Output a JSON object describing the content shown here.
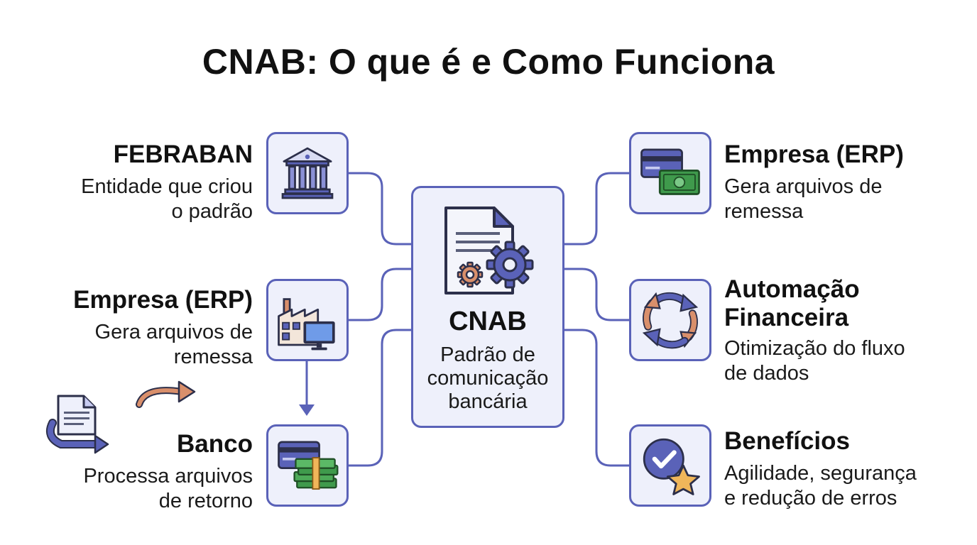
{
  "title": "CNAB: O que é e Como Funciona",
  "center": {
    "title": "CNAB",
    "description": [
      "Padrão de",
      "comunicação",
      "bancária"
    ]
  },
  "left": [
    {
      "title": "FEBRABAN",
      "description": [
        "Entidade que criou",
        "o padrão"
      ],
      "icon": "bank-building-icon"
    },
    {
      "title": "Empresa (ERP)",
      "description": [
        "Gera arquivos de",
        "remessa"
      ],
      "icon": "factory-computer-icon"
    },
    {
      "title": "Banco",
      "description": [
        "Processa arquivos",
        "de retorno"
      ],
      "icon": "card-cash-icon"
    }
  ],
  "right": [
    {
      "title": "Empresa (ERP)",
      "description": [
        "Gera arquivos de",
        "remessa"
      ],
      "icon": "card-banknote-icon"
    },
    {
      "title": [
        "Automação",
        "Financeira"
      ],
      "description": [
        "Otimização do fluxo",
        "de dados"
      ],
      "icon": "cycle-arrows-icon"
    },
    {
      "title": "Benefícios",
      "description": [
        "Agilidade, segurança",
        "e redução de erros"
      ],
      "icon": "check-star-icon"
    }
  ],
  "colors": {
    "accent": "#5a62b8",
    "box_fill": "#eef0fb",
    "money_green": "#3f9a4c",
    "orange": "#d98f6b",
    "star": "#f0b65a"
  }
}
